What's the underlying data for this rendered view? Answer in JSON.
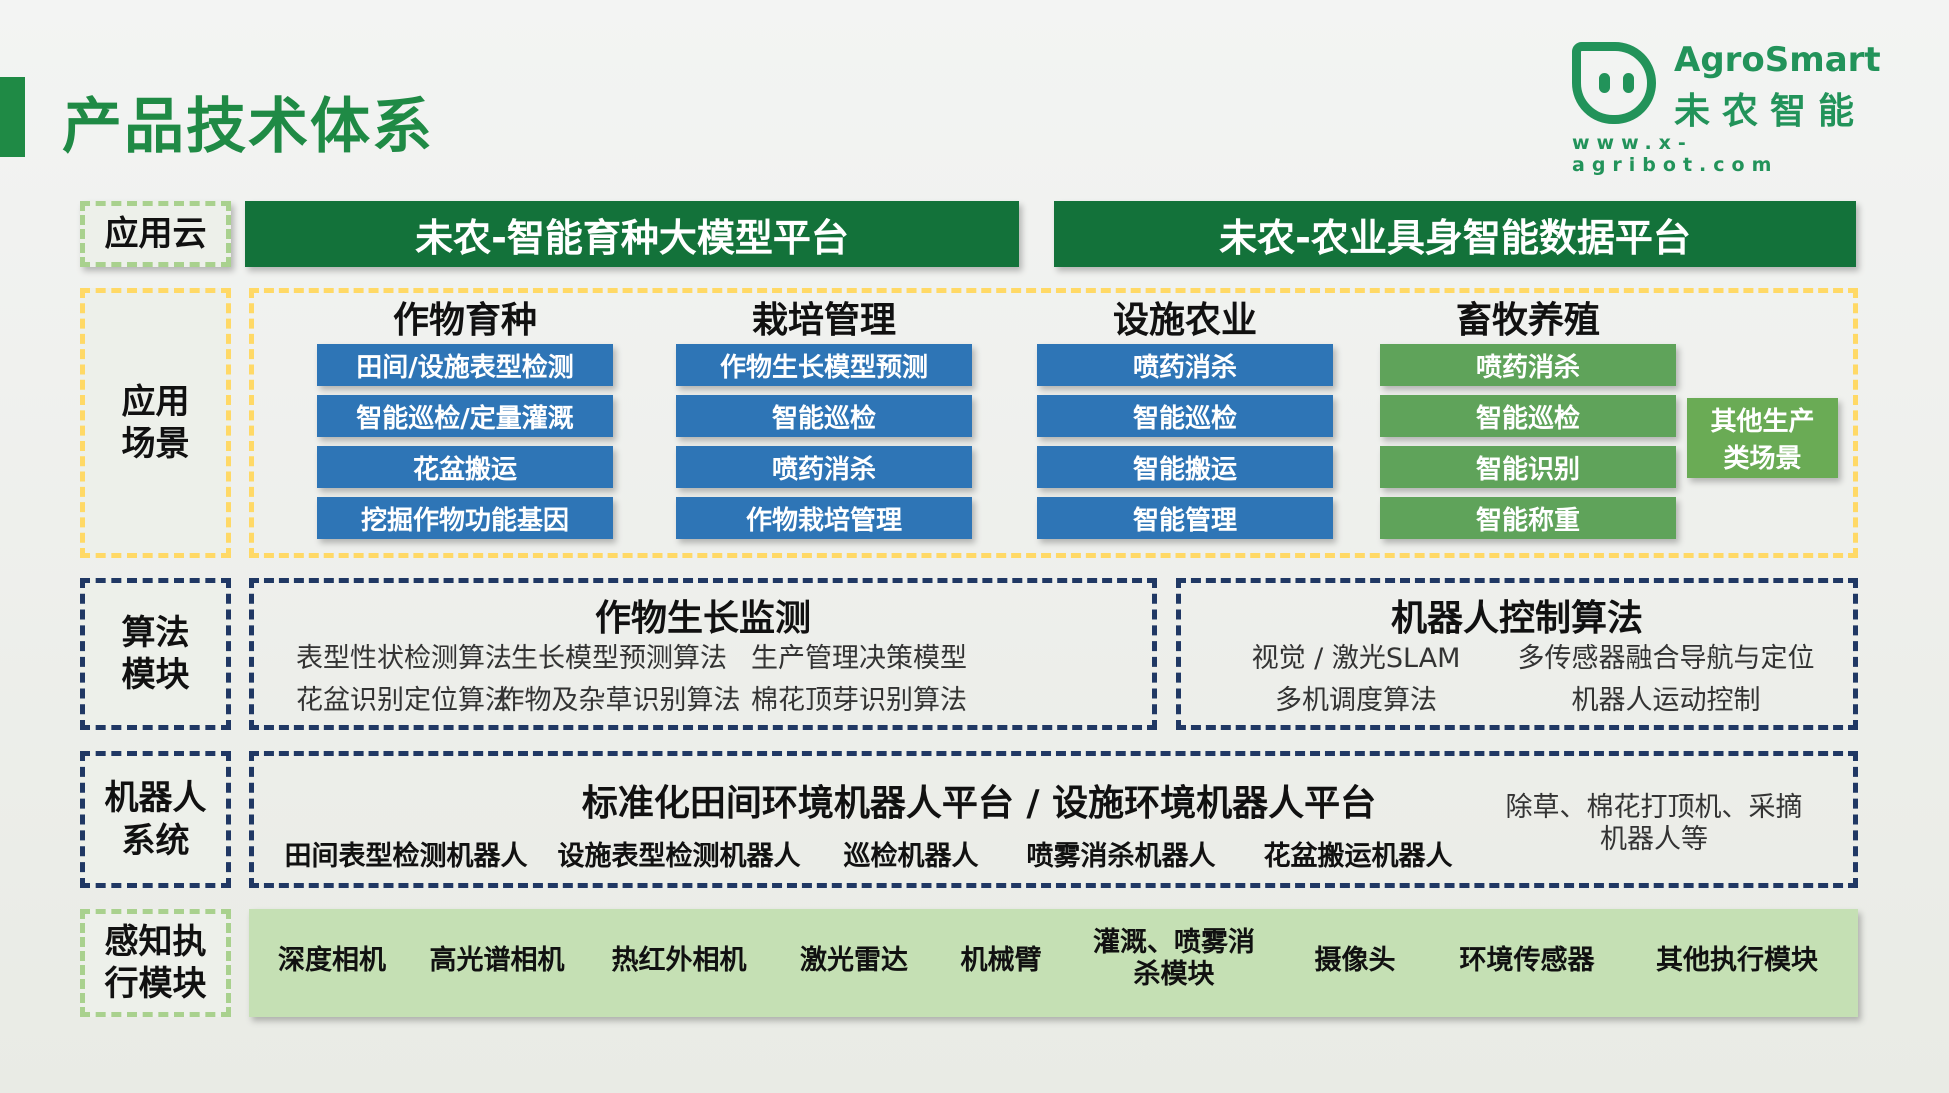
{
  "page_title": "产品技术体系",
  "logo": {
    "en": "AgroSmart",
    "cn": "未农智能",
    "url": "www.x-agribot.com"
  },
  "colors": {
    "green": "#13723a",
    "blue": "#2e75b6",
    "light_green": "#c5e0b4",
    "navy": "#203864",
    "yellow": "#ffd966"
  },
  "rows": {
    "cloud": {
      "label": "应用云",
      "platforms": [
        "未农-智能育种大模型平台",
        "未农-农业具身智能数据平台"
      ]
    },
    "scenes": {
      "label_1": "应用",
      "label_2": "场景",
      "columns": [
        {
          "title": "作物育种",
          "items": [
            "田间/设施表型检测",
            "智能巡检/定量灌溉",
            "花盆搬运",
            "挖掘作物功能基因"
          ]
        },
        {
          "title": "栽培管理",
          "items": [
            "作物生长模型预测",
            "智能巡检",
            "喷药消杀",
            "作物栽培管理"
          ]
        },
        {
          "title": "设施农业",
          "items": [
            "喷药消杀",
            "智能巡检",
            "智能搬运",
            "智能管理"
          ]
        },
        {
          "title": "畜牧养殖",
          "items": [
            "喷药消杀",
            "智能巡检",
            "智能识别",
            "智能称重"
          ]
        }
      ],
      "other_1": "其他生产",
      "other_2": "类场景"
    },
    "algorithms": {
      "label_1": "算法",
      "label_2": "模块",
      "crop": {
        "title": "作物生长监测",
        "items": [
          "表型性状检测算法",
          "生长模型预测算法",
          "生产管理决策模型",
          "花盆识别定位算法",
          "作物及杂草识别算法",
          "棉花顶芽识别算法"
        ]
      },
      "robot": {
        "title": "机器人控制算法",
        "items": [
          "视觉 / 激光SLAM",
          "多传感器融合导航与定位",
          "多机调度算法",
          "机器人运动控制"
        ]
      }
    },
    "robots": {
      "label_1": "机器人",
      "label_2": "系统",
      "title": "标准化田间环境机器人平台 / 设施环境机器人平台",
      "items": [
        "田间表型检测机器人",
        "设施表型检测机器人",
        "巡检机器人",
        "喷雾消杀机器人",
        "花盆搬运机器人"
      ],
      "other_1": "除草、棉花打顶机、采摘",
      "other_2": "机器人等"
    },
    "sensing": {
      "label_1": "感知执",
      "label_2": "行模块",
      "items": [
        "深度相机",
        "高光谱相机",
        "热红外相机",
        "激光雷达",
        "机械臂",
        "灌溉、喷雾消",
        "杀模块",
        "摄像头",
        "环境传感器",
        "其他执行模块"
      ]
    }
  }
}
